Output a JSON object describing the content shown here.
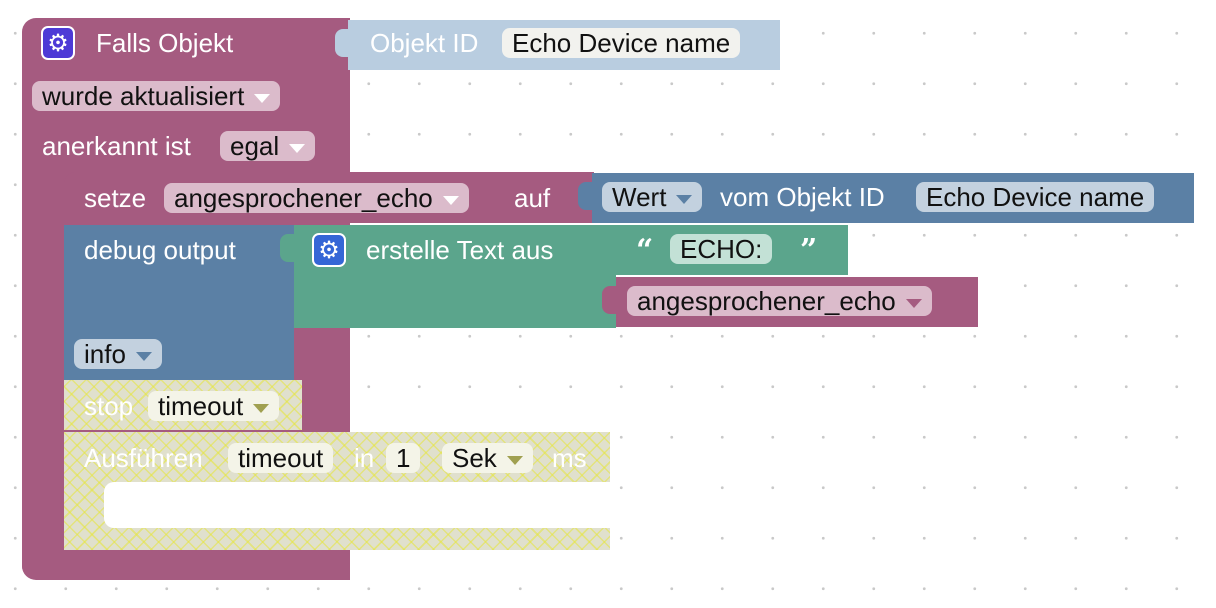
{
  "trigger_block": {
    "title": "Falls Objekt",
    "object_id_label": "Objekt ID",
    "object_id_value": "Echo Device name",
    "event_dropdown": "wurde aktualisiert",
    "ack_label": "anerkannt ist",
    "ack_dropdown": "egal"
  },
  "set_block": {
    "label": "setze",
    "variable": "angesprochener_echo",
    "to_label": "auf",
    "value_dropdown": "Wert",
    "from_label": "vom Objekt ID",
    "object_value": "Echo Device name"
  },
  "debug_block": {
    "label": "debug output",
    "level_dropdown": "info"
  },
  "text_block": {
    "label": "erstelle Text aus",
    "open_quote": "“",
    "string_value": "ECHO:",
    "close_quote": "”",
    "variable": "angesprochener_echo"
  },
  "stop_block": {
    "label": "stop",
    "timer_dropdown": "timeout"
  },
  "timeout_block": {
    "label": "Ausführen",
    "name_value": "timeout",
    "in_label": "in",
    "delay_value": "1",
    "unit_dropdown": "Sek",
    "ms_label": "ms"
  },
  "colors": {
    "trigger": "#a55b80",
    "variable": "#a55b80",
    "object_id": "#b9cde0",
    "debug": "#5b80a5",
    "text": "#5ba58c",
    "disabled": "#e0e0cd"
  },
  "icons": [
    "gear-icon",
    "dropdown-arrow-icon",
    "quote-icon"
  ]
}
